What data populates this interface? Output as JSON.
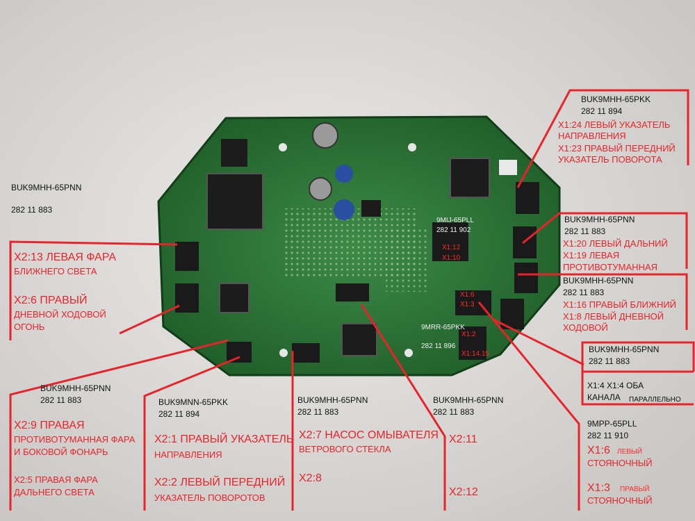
{
  "colors": {
    "paper": "#dcdad8",
    "board": "#1f6b2e",
    "board_dark": "#15501f",
    "chip": "#1c1c1c",
    "annotation": "#e8232a"
  },
  "labels": {
    "top_right_part": "BUK9MHH-65PKK",
    "top_right_code": "282 11 894",
    "top_right_x124a": "X1:24  ЛЕВЫЙ УКАЗАТЕЛЬ",
    "top_right_x124b": "НАПРАВЛЕНИЯ",
    "top_right_x123a": "X1:23  ПРАВЫЙ ПЕРЕДНИЙ",
    "top_right_x123b": "УКАЗАТЕЛЬ ПОВОРОТА",
    "left_part": "BUK9MHH-65PNN",
    "left_code": "282    11    883",
    "left_x213a": "X2:13  ЛЕВАЯ ФАРА",
    "left_x213b": "БЛИЖНЕГО СВЕТА",
    "left_x26a": "X2:6     ПРАВЫЙ",
    "left_x26b": "ДНЕВНОЙ ХОДОВОЙ",
    "left_x26c": "ОГОНЬ",
    "mid_right_part": "BUK9MHH-65PNN",
    "mid_right_code": "282    11     883",
    "mid_right_x120": "X1:20  ЛЕВЫЙ ДАЛЬНИЙ",
    "mid_right_x119a": "X1:19  ЛЕВАЯ",
    "mid_right_x119b": "ПРОТИВОТУМАННАЯ",
    "r2_part": "BUK9MHH-65PNN",
    "r2_code": "282     11     883",
    "r2_x116": "X1:16  ПРАВЫЙ БЛИЖНИЙ",
    "r2_x18a": " X1:8  ЛЕВЫЙ ДНЕВНОЙ",
    "r2_x18b": "ХОДОВОЙ",
    "r3_part": "BUK9MHH-65PNN",
    "r3_code": "282     11      883",
    "r3_x14a": "X1:4    X1:4  ОБА",
    "r3_x14b": "КАНАЛА",
    "r3_x14c": "ПАРАЛЛЕЛЬНО",
    "board_9mij": "9MIJ-65PLL",
    "board_9mij_code": "282 11 902",
    "board_x112": "X1:12",
    "board_x110": "X1:10",
    "board_x16": "X1:6",
    "board_x13": "X1:3",
    "board_9mrr": "9MRR-65PKK",
    "board_9mrr_code": "282 11 896",
    "board_x12": "X1:2",
    "board_x1415": "X1:14.15",
    "bl_part": "BUK9MHH-65PNN",
    "bl_code": "282     11     883",
    "bl_x29a": "X2:9     ПРАВАЯ",
    "bl_x29b": "ПРОТИВОТУМАННАЯ ФАРА",
    "bl_x29c": "И БОКОВОЙ ФОНАРЬ",
    "bl_x25a": "X2:5    ПРАВАЯ ФАРА",
    "bl_x25b": "ДАЛЬНЕГО СВЕТА",
    "bm_part": "BUK9MNN-65PKK",
    "bm_code": "282    11    894",
    "bm_x21a": "X2:1   ПРАВЫЙ УКАЗАТЕЛЬ",
    "bm_x21b": "НАПРАВЛЕНИЯ",
    "bm_x22a": "X2:2    ЛЕВЫЙ ПЕРЕДНИЙ",
    "bm_x22b": "УКАЗАТЕЛЬ ПОВОРОТОВ",
    "bc_part": "BUK9MHH-65PNN",
    "bc_code": "282     11     883",
    "bc_x27a": "X2:7  НАСОС ОМЫВАТЕЛЯ",
    "bc_x27b": "ВЕТРОВОГО СТЕКЛА",
    "bc_x28": "X2:8",
    "br_part": "BUK9MHH-65PNN",
    "br_code": "282     11     883",
    "br_x211": "X2:11",
    "br_x212": "X2:12",
    "brr_part": "9MPP-65PLL",
    "brr_code": "282 11 910",
    "brr_x16": "X1:6",
    "brr_x16b": "ЛЕВЫЙ",
    "brr_x16c": "СТОЯНОЧНЫЙ",
    "brr_x13": "X1:3",
    "brr_x13b": "ПРАВЫЙ",
    "brr_x13c": "СТОЯНОЧНЫЙ"
  }
}
